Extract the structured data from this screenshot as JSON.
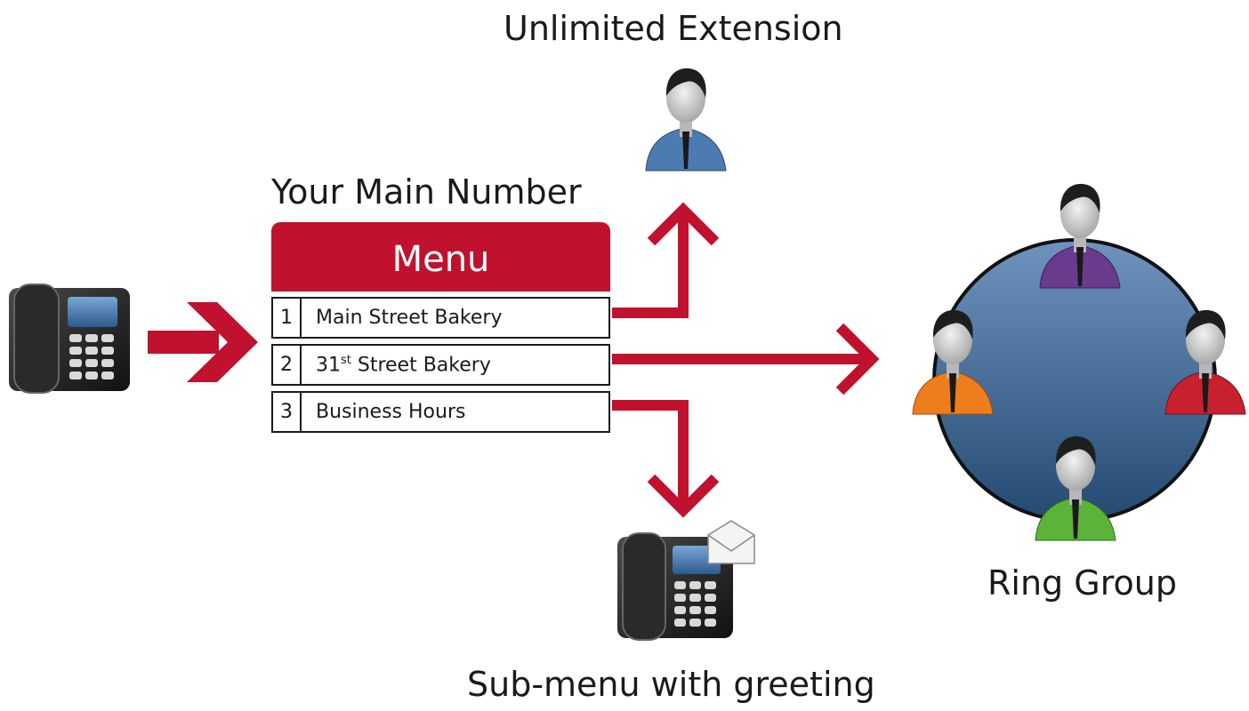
{
  "labels": {
    "unlimited_extension": "Unlimited Extension",
    "main_number": "Your Main Number",
    "ring_group": "Ring Group",
    "sub_menu": "Sub-menu with greeting"
  },
  "menu": {
    "title": "Menu",
    "items": [
      {
        "number": "1",
        "text": "Main Street Bakery",
        "sup": "",
        "rest": ""
      },
      {
        "number": "2",
        "text": "31",
        "sup": "st",
        "rest": " Street Bakery"
      },
      {
        "number": "3",
        "text": "Business Hours",
        "sup": "",
        "rest": ""
      }
    ]
  },
  "colors": {
    "accent_red": "#c0112e",
    "circle_blue": "#3f6691",
    "person_blue": "#4b7bb0",
    "person_purple": "#6a3a8c",
    "person_orange": "#ee7d1e",
    "person_red": "#c8202f",
    "person_green": "#5db33a"
  },
  "icons": [
    "desk-phone-icon",
    "person-icon",
    "voicemail-phone-icon",
    "envelope-icon"
  ]
}
